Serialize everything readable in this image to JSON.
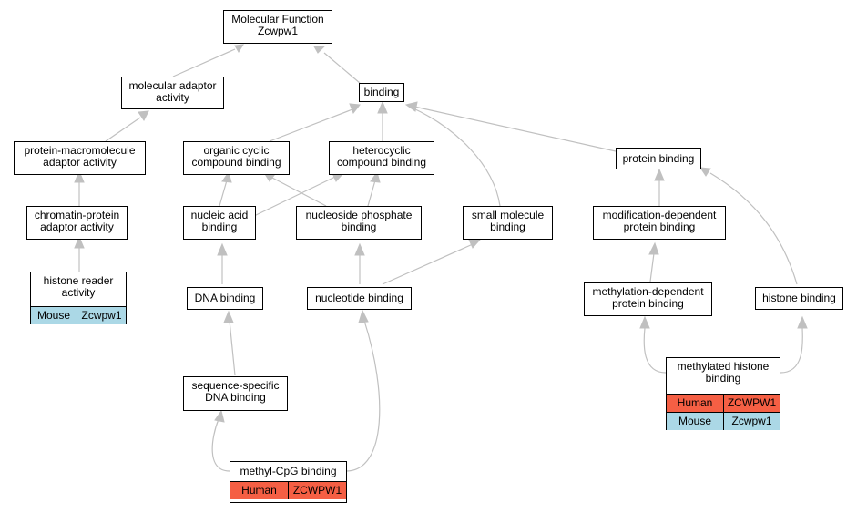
{
  "nodes": {
    "mf": [
      "Molecular Function",
      "Zcwpw1"
    ],
    "adaptor": [
      "molecular adaptor",
      "activity"
    ],
    "binding": [
      "binding"
    ],
    "pm_adaptor": [
      "protein-macromolecule",
      "adaptor activity"
    ],
    "organic": [
      "organic cyclic",
      "compound binding"
    ],
    "hetero": [
      "heterocyclic",
      "compound binding"
    ],
    "protein_binding": [
      "protein binding"
    ],
    "chromatin": [
      "chromatin-protein",
      "adaptor activity"
    ],
    "nucleic": [
      "nucleic acid",
      "binding"
    ],
    "nucleoside": [
      "nucleoside phosphate",
      "binding"
    ],
    "small_mol": [
      "small molecule",
      "binding"
    ],
    "mod_dep": [
      "modification-dependent",
      "protein binding"
    ],
    "reader": [
      "histone reader",
      "activity"
    ],
    "dna": [
      "DNA binding"
    ],
    "nucleotide": [
      "nucleotide binding"
    ],
    "meth_dep": [
      "methylation-dependent",
      "protein binding"
    ],
    "histone": [
      "histone binding"
    ],
    "seq": [
      "sequence-specific",
      "DNA binding"
    ],
    "meth_hist": [
      "methylated histone",
      "binding"
    ],
    "cpg": [
      "methyl-CpG binding"
    ]
  },
  "annotations": {
    "reader": [
      {
        "species": "Mouse",
        "gene": "Zcwpw1"
      }
    ],
    "meth_hist": [
      {
        "species": "Human",
        "gene": "ZCWPW1"
      },
      {
        "species": "Mouse",
        "gene": "Zcwpw1"
      }
    ],
    "cpg": [
      {
        "species": "Human",
        "gene": "ZCWPW1"
      }
    ]
  },
  "colors": {
    "Human": "#f55f44",
    "Mouse": "#abd8e6",
    "edge": "#c0c0c0",
    "node_border": "#000000"
  }
}
